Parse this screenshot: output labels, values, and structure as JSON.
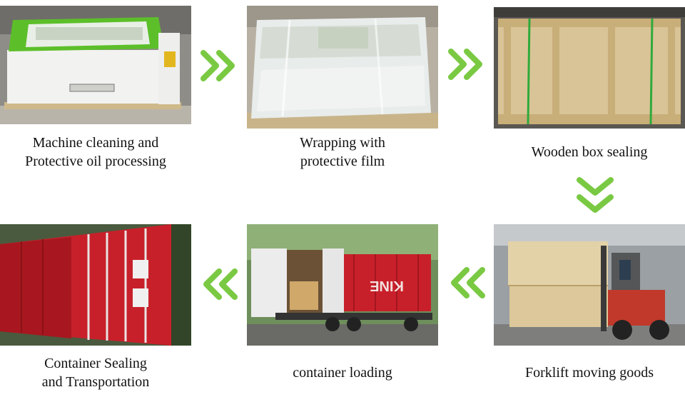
{
  "steps": [
    {
      "lines": [
        "Machine cleaning and",
        "Protective oil processing"
      ]
    },
    {
      "lines": [
        "Wrapping with",
        "protective film"
      ]
    },
    {
      "lines": [
        "Wooden box sealing"
      ]
    },
    {
      "lines": [
        "Forklift moving goods"
      ]
    },
    {
      "lines": [
        "container loading"
      ]
    },
    {
      "lines": [
        "Container Sealing",
        "and Transportation"
      ]
    }
  ],
  "photo_texts": {
    "container_brand": "KINE"
  },
  "colors": {
    "arrow_green": "#7ac943",
    "machine_green": "#5cbf2a",
    "container_red": "#c8202a",
    "plywood": "#d9c497",
    "forklift_red": "#c0392b"
  },
  "icons": {
    "arrow_right": "double-chevron-right-icon",
    "arrow_down": "double-chevron-down-icon",
    "arrow_left": "double-chevron-left-icon"
  }
}
